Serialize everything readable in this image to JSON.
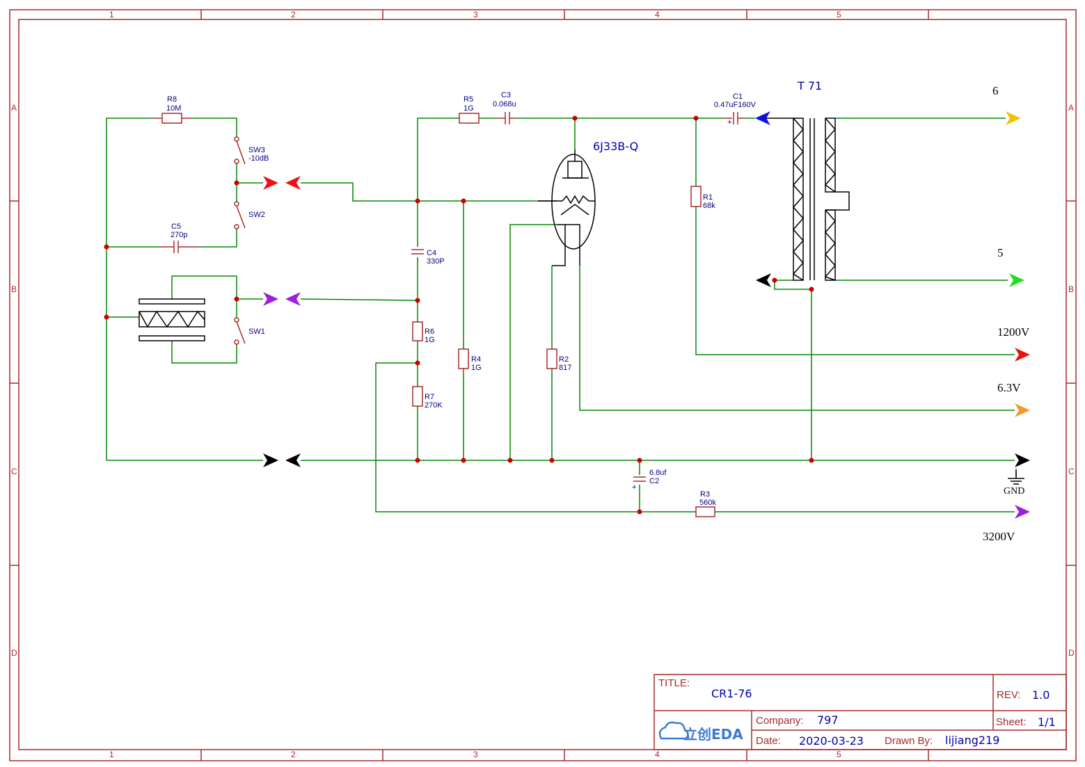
{
  "border": {
    "columns": [
      "1",
      "2",
      "3",
      "4",
      "5"
    ],
    "rows": [
      "A",
      "B",
      "C",
      "D"
    ]
  },
  "components": {
    "r8": {
      "ref": "R8",
      "value": "10M"
    },
    "sw3": {
      "ref": "SW3",
      "value": "-10dB"
    },
    "sw2": {
      "ref": "SW2"
    },
    "sw1": {
      "ref": "SW1"
    },
    "c5": {
      "ref": "C5",
      "value": "270p"
    },
    "r5": {
      "ref": "R5",
      "value": "1G"
    },
    "c3": {
      "ref": "C3",
      "value": "0.068u"
    },
    "c4": {
      "ref": "C4",
      "value": "330P"
    },
    "r6": {
      "ref": "R6",
      "value": "1G"
    },
    "r7": {
      "ref": "R7",
      "value": "270K"
    },
    "r4": {
      "ref": "R4",
      "value": "1G"
    },
    "r2": {
      "ref": "R2",
      "value": "817"
    },
    "tube": {
      "ref": "6J33B-Q"
    },
    "c1": {
      "ref": "C1",
      "value": "0.47uF160V"
    },
    "r1": {
      "ref": "R1",
      "value": "68k"
    },
    "transformer": {
      "ref": "T 71"
    },
    "c2": {
      "ref": "C2",
      "value": "6.8uf"
    },
    "r3": {
      "ref": "R3",
      "value": "560k"
    }
  },
  "nets": {
    "n6": "6",
    "n5": "5",
    "n1200": "1200V",
    "n63": "6.3V",
    "gnd": "GND",
    "n3200": "3200V"
  },
  "colors": {
    "wire": "#008800",
    "component": "#a52a2a",
    "junction": "#cc0000",
    "port_red": "#ee1111",
    "port_purple": "#9b1fe0",
    "port_black": "#000000",
    "port_blue": "#1010dd",
    "port_yellow": "#f2c200",
    "port_green": "#22dd22",
    "port_orange": "#f59a30"
  },
  "title_block": {
    "title_key": "TITLE:",
    "title": "CR1-76",
    "rev_key": "REV:",
    "rev": "1.0",
    "company_key": "Company:",
    "company": "797",
    "sheet_key": "Sheet:",
    "sheet": "1/1",
    "date_key": "Date:",
    "date": "2020-03-23",
    "drawn_key": "Drawn By:",
    "drawn_by": "lijiang219",
    "logo": "立创EDA"
  }
}
